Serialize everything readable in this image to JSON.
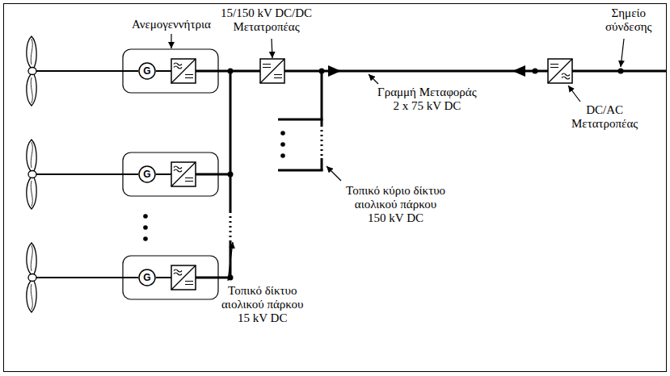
{
  "diagram": {
    "nodes": [
      {
        "text": [
          "G"
        ]
      },
      {
        "text": [
          "G"
        ]
      },
      {
        "text": [
          "G"
        ]
      }
    ],
    "labels": [
      "Ανεμογεννήτρια",
      "15/150 kV DC/DC Μετατροπέας",
      "Σημείο σύνδεσης",
      "Γραμμή Μεταφοράς 2 x 75 kV DC",
      "DC/AC Μετατροπέας",
      "Τοπικό κύριο δίκτυο αιολικού πάρκου 150 kV DC",
      "Τοπικό δίκτυο αιολικού πάρκου 15 kV DC"
    ]
  }
}
